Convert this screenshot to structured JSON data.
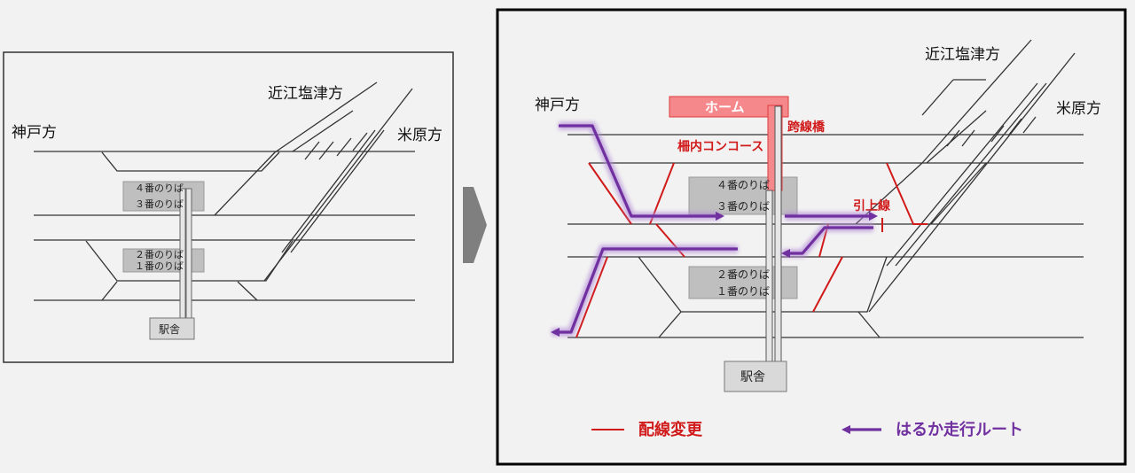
{
  "left_diagram": {
    "directions": {
      "west": "神戸方",
      "north": "近江塩津方",
      "east": "米原方"
    },
    "platforms": {
      "upper_a": "４番のりば",
      "upper_b": "３番のりば",
      "lower_a": "２番のりば",
      "lower_b": "１番のりば"
    },
    "station_building": "駅舎"
  },
  "right_diagram": {
    "directions": {
      "west": "神戸方",
      "north": "近江塩津方",
      "east": "米原方"
    },
    "platforms": {
      "upper_a": "４番のりば",
      "upper_b": "３番のりば",
      "lower_a": "２番のりば",
      "lower_b": "１番のりば"
    },
    "station_building": "駅舎",
    "labels": {
      "home": "ホーム",
      "bridge": "跨線橋",
      "concourse": "柵内コンコース",
      "siding": "引上線"
    }
  },
  "legend": {
    "wiring_change": {
      "label": "配線変更",
      "color": "#d11a1a"
    },
    "haruka_route": {
      "label": "はるか走行ルート",
      "color": "#7030a0"
    }
  }
}
